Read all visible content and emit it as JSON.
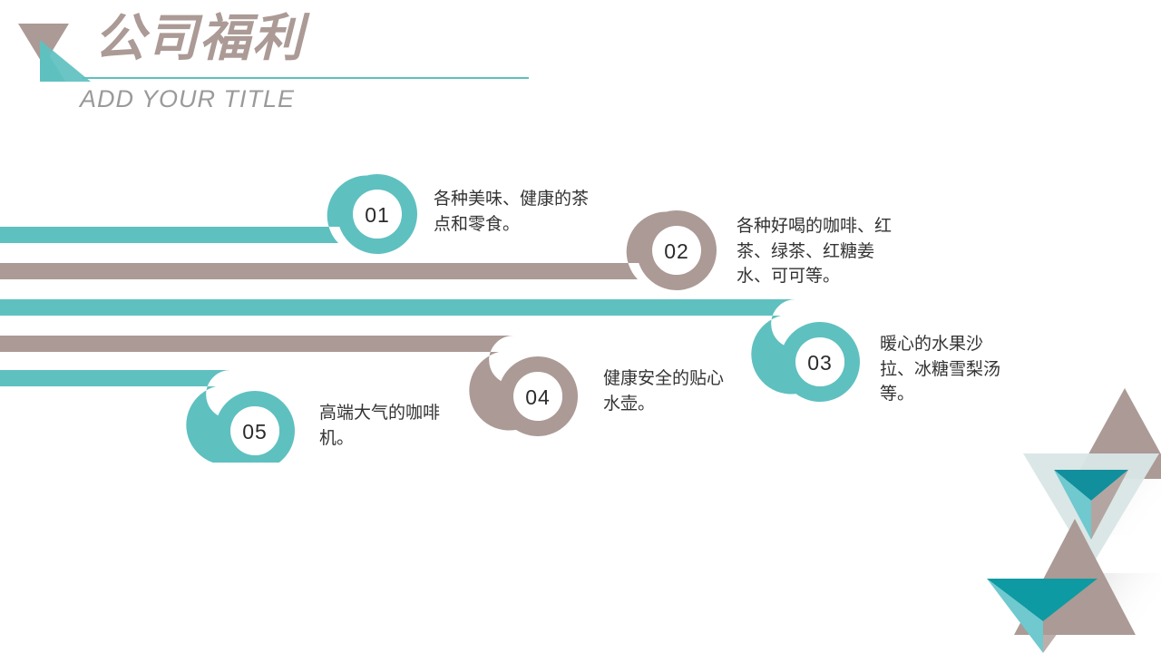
{
  "header": {
    "title_cn": "公司福利",
    "title_en": "ADD YOUR TITLE",
    "logo_icon": "double-triangle-logo-icon",
    "rule_color": "#5fc0c0",
    "title_color": "#ab9a95",
    "subtitle_color": "#9a9a9a"
  },
  "theme": {
    "teal": "#5fc0c0",
    "teal_dark": "#1a98a3",
    "teal_light": "#7fd0d0",
    "taupe": "#ab9a95",
    "taupe_light": "#c3b5b1",
    "pale": "#d9e6e6",
    "text": "#333333"
  },
  "items": [
    {
      "number": "01",
      "text": "各种美味、健康的茶点和零食。",
      "color": "teal",
      "ring_color": "#5fc0c0"
    },
    {
      "number": "02",
      "text": "各种好喝的咖啡、红茶、绿茶、红糖姜水、可可等。",
      "color": "taupe",
      "ring_color": "#ab9a95"
    },
    {
      "number": "03",
      "text": "暖心的水果沙拉、冰糖雪梨汤等。",
      "color": "teal",
      "ring_color": "#5fc0c0"
    },
    {
      "number": "04",
      "text": "健康安全的贴心水壶。",
      "color": "taupe",
      "ring_color": "#ab9a95"
    },
    {
      "number": "05",
      "text": "高端大气的咖啡机。",
      "color": "teal",
      "ring_color": "#5fc0c0"
    }
  ],
  "decoration": {
    "name": "triangle-cluster-decoration"
  }
}
